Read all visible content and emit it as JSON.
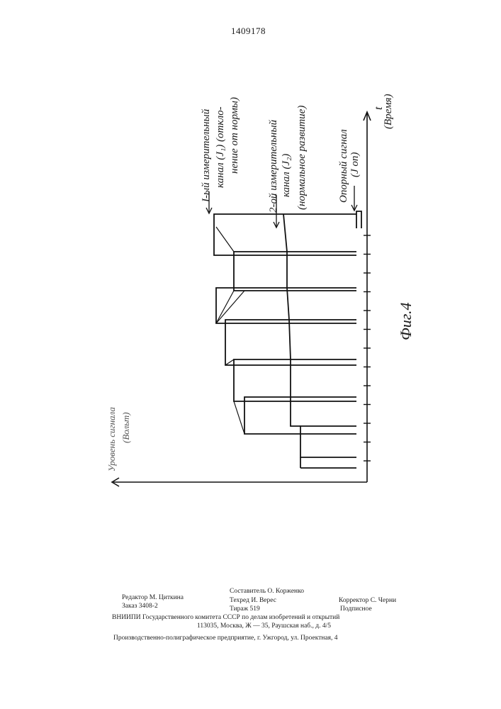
{
  "page_number": "1409178",
  "figure": {
    "caption": "Фиг.4",
    "time_axis_symbol": "t",
    "time_axis_label": "(Время)",
    "y_axis_label_line1": "Уровень сигнала",
    "y_axis_label_line2": "(Вольт)",
    "channel1_label_line1": "I-ый измерительный",
    "channel1_label_line2": "канал (J₁) (отклo-",
    "channel1_label_line3": "нение от нормы)",
    "channel2_label_line1": "2-ой измерительный",
    "channel2_label_line2": "канал (J₂)",
    "channel2_label_line3": "(нормальное развитие)",
    "reference_label_line1": "Опорный сигнал",
    "reference_label_line2": "(J оп)"
  },
  "imprint": {
    "editor": "Редактор М. Циткина",
    "order": "Заказ 3408-2",
    "compiler": "Составитель О. Корженко",
    "techred": "Техред И. Верес",
    "circulation": "Тираж 519",
    "corrector": "Корректор С. Черни",
    "subscription": "Подписное",
    "vniipi": "ВНИИПИ Государственного комитета СССР по делам изобретений и открытий",
    "address": "113035, Москва, Ж — 35, Раушская наб., д. 4/5",
    "printing": "Производственно-полиграфическое предприятие, г. Ужгород, ул. Проектная, 4"
  }
}
